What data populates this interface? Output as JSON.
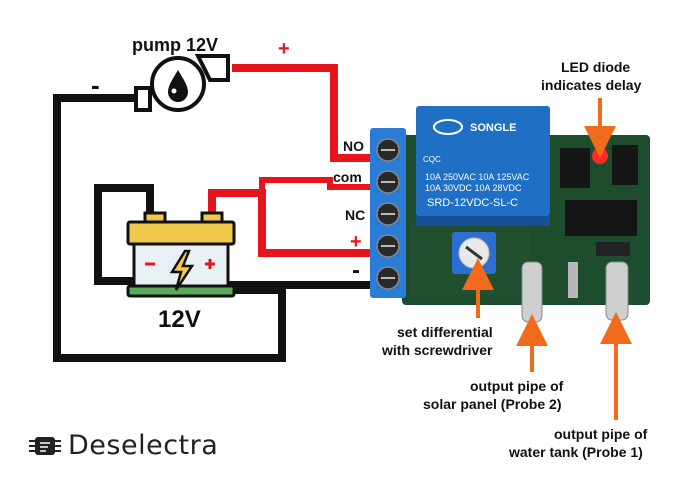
{
  "diagram": {
    "pump_label": "pump 12V",
    "battery_label": "12V",
    "polarity_plus": "+",
    "polarity_minus": "-",
    "terminal_no": "NO",
    "terminal_com": "com",
    "terminal_nc": "NC",
    "led_label_line1": "LED diode",
    "led_label_line2": "indicates delay",
    "differential_line1": "set differential",
    "differential_line2": "with screwdriver",
    "probe2_line1": "output pipe of",
    "probe2_line2": "solar panel (Probe 2)",
    "probe1_line1": "output pipe of",
    "probe1_line2": "water tank (Probe 1)"
  },
  "relay": {
    "brand": "SONGLE",
    "spec_line1": "10A 250VAC 10A 125VAC",
    "spec_line2": "10A  30VDC 10A  28VDC",
    "model": "SRD-12VDC-SL-C",
    "cert": "CQC"
  },
  "logo": {
    "text": "Deselectra"
  },
  "colors": {
    "positive_wire": "#e8141b",
    "negative_wire": "#111111",
    "annotation_arrow": "#f26a1b",
    "relay_blue": "#1f6fc4",
    "board_green": "#1d4d2c",
    "terminal_blue": "#2b7cd6"
  }
}
